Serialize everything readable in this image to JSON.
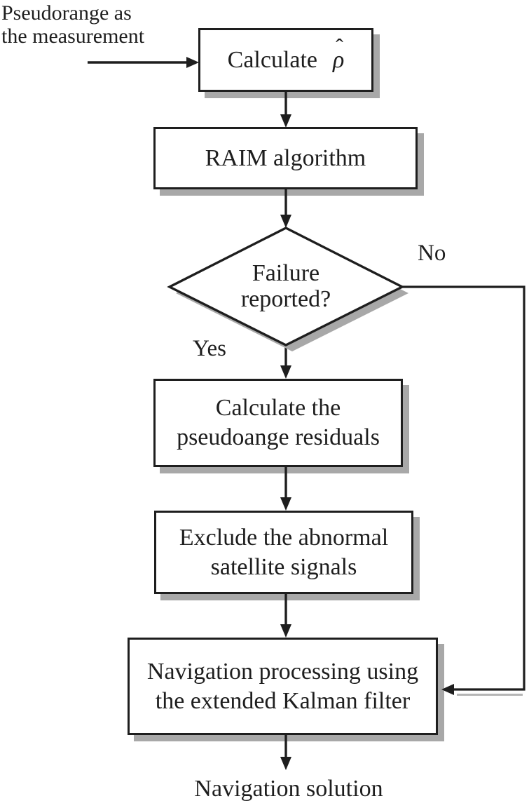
{
  "figure": {
    "input_annotation": {
      "line1": "Pseudorange as",
      "line2": "the measurement"
    },
    "nodes": {
      "calc_rho": {
        "prefix": "Calculate",
        "rho": "ρ",
        "hat": "ˆ"
      },
      "raim": {
        "label": "RAIM algorithm"
      },
      "decision": {
        "line1": "Failure",
        "line2": "reported?"
      },
      "residuals": {
        "line1": "Calculate the",
        "line2": "pseudoange residuals"
      },
      "exclude": {
        "line1": "Exclude the abnormal",
        "line2": "satellite signals"
      },
      "kalman": {
        "line1": "Navigation processing using",
        "line2": "the extended Kalman filter"
      }
    },
    "branches": {
      "yes": "Yes",
      "no": "No"
    },
    "output_label": "Navigation solution",
    "colors": {
      "ink": "#1e1e1e",
      "shadow": "#a8a8a8",
      "background": "#ffffff"
    }
  }
}
